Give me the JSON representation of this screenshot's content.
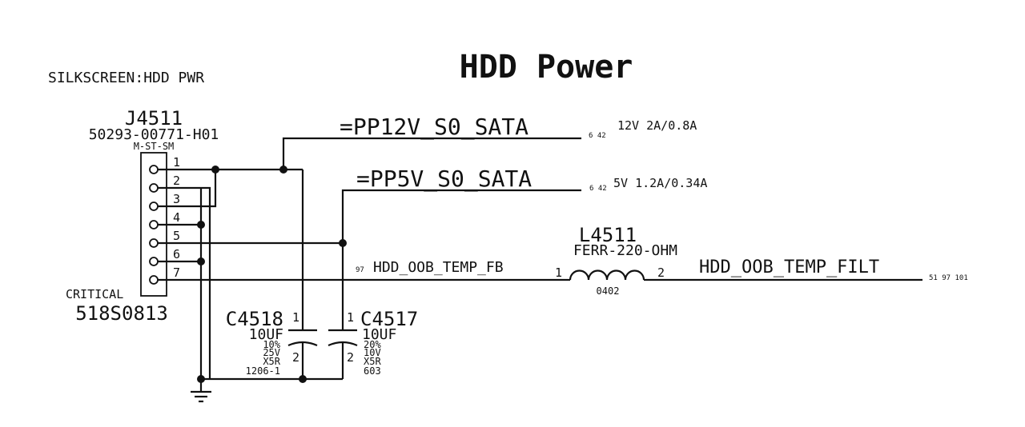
{
  "title": "HDD Power",
  "silkscreen": "SILKSCREEN:HDD PWR",
  "connector": {
    "refdes": "J4511",
    "part": "50293-00771-H01",
    "footprint": "M-ST-SM",
    "critical": "CRITICAL",
    "bom": "518S0813",
    "pins": [
      "1",
      "2",
      "3",
      "4",
      "5",
      "6",
      "7"
    ]
  },
  "nets": {
    "pp12": {
      "name": "=PP12V_S0_SATA",
      "refs": "6 42",
      "rating": "12V 2A/0.8A"
    },
    "pp5": {
      "name": "=PP5V_S0_SATA",
      "refs": "6 42",
      "rating": "5V 1.2A/0.34A"
    },
    "temp_fb": {
      "name": "HDD_OOB_TEMP_FB",
      "refs": "97"
    },
    "temp_filt": {
      "name": "HDD_OOB_TEMP_FILT",
      "refs": "51 97 101"
    }
  },
  "inductor": {
    "refdes": "L4511",
    "value": "FERR-220-OHM",
    "package": "0402",
    "pin1": "1",
    "pin2": "2"
  },
  "caps": [
    {
      "refdes": "C4518",
      "value": "10UF",
      "tol": "10%",
      "volt": "25V",
      "diel": "X5R",
      "pkg": "1206-1",
      "pin1": "1",
      "pin2": "2"
    },
    {
      "refdes": "C4517",
      "value": "10UF",
      "tol": "20%",
      "volt": "10V",
      "diel": "X5R",
      "pkg": "603",
      "pin1": "1",
      "pin2": "2"
    }
  ]
}
